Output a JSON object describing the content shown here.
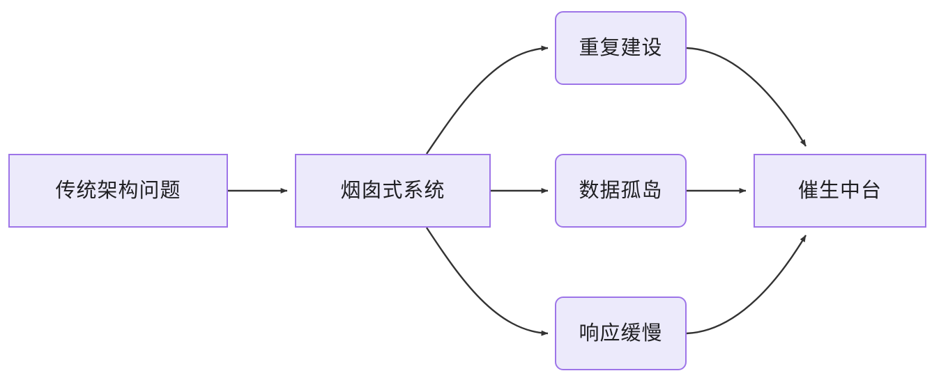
{
  "diagram": {
    "type": "flowchart",
    "direction": "left-to-right",
    "background_color": "#ffffff",
    "node_fill_color": "#ECEAFB",
    "node_border_color": "#9D74E8",
    "edge_color": "#333333",
    "text_color": "#1f1f22",
    "nodes": [
      {
        "id": "n1",
        "label": "传统架构问题",
        "shape": "rectangle"
      },
      {
        "id": "n2",
        "label": "烟囱式系统",
        "shape": "rectangle"
      },
      {
        "id": "n3",
        "label": "重复建设",
        "shape": "rounded-rectangle"
      },
      {
        "id": "n4",
        "label": "数据孤岛",
        "shape": "rounded-rectangle"
      },
      {
        "id": "n5",
        "label": "响应缓慢",
        "shape": "rounded-rectangle"
      },
      {
        "id": "n6",
        "label": "催生中台",
        "shape": "rectangle"
      }
    ],
    "edges": [
      {
        "id": "e1",
        "from": "n1",
        "to": "n2",
        "style": "straight",
        "arrow": "single"
      },
      {
        "id": "e2",
        "from": "n2",
        "to": "n3",
        "style": "curved",
        "arrow": "single"
      },
      {
        "id": "e3",
        "from": "n2",
        "to": "n4",
        "style": "straight",
        "arrow": "single"
      },
      {
        "id": "e4",
        "from": "n2",
        "to": "n5",
        "style": "curved",
        "arrow": "single"
      },
      {
        "id": "e5",
        "from": "n3",
        "to": "n6",
        "style": "curved",
        "arrow": "single"
      },
      {
        "id": "e6",
        "from": "n4",
        "to": "n6",
        "style": "straight",
        "arrow": "single"
      },
      {
        "id": "e7",
        "from": "n5",
        "to": "n6",
        "style": "curved",
        "arrow": "single"
      }
    ]
  }
}
